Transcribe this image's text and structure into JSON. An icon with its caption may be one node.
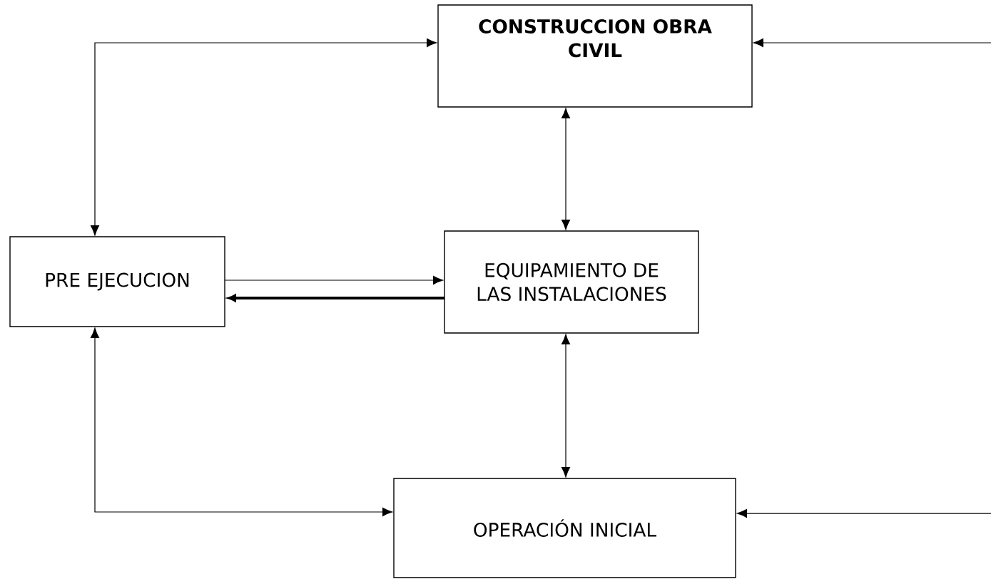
{
  "diagram": {
    "nodes": [
      {
        "text": [
          "CONSTRUCCION OBRA CIVIL"
        ]
      },
      {
        "text": [
          "PRE EJECUCION"
        ]
      },
      {
        "text": [
          "EQUIPAMIENTO DE LAS INSTALACIONES"
        ]
      },
      {
        "text": [
          "OPERACIÓN INICIAL"
        ]
      }
    ],
    "edges": [
      {
        "from": 1,
        "to": 0,
        "arrow": "both"
      },
      {
        "from": null,
        "to": 0,
        "arrow": "to"
      },
      {
        "from": 0,
        "to": 2,
        "arrow": "both"
      },
      {
        "from": 1,
        "to": 2,
        "arrow": "to"
      },
      {
        "from": 2,
        "to": 1,
        "arrow": "to",
        "style": "thick"
      },
      {
        "from": 2,
        "to": 3,
        "arrow": "both"
      },
      {
        "from": 1,
        "to": 3,
        "arrow": "both"
      },
      {
        "from": null,
        "to": 3,
        "arrow": "to"
      }
    ]
  }
}
